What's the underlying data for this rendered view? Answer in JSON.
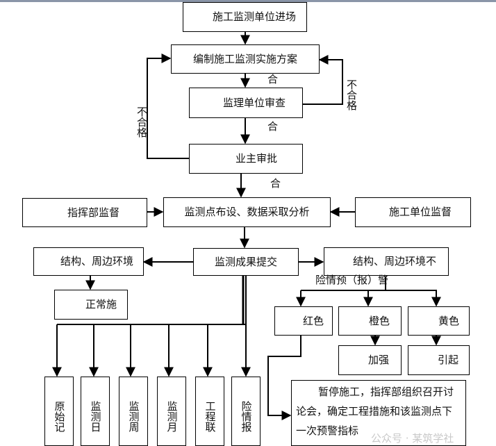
{
  "nodes": {
    "entry": "施工监测单位进场",
    "plan": "编制施工监测实施方案",
    "supervisor_review": "监理单位审查",
    "owner_approval": "业主审批",
    "hq_supervision": "指挥部监督",
    "monitoring": "监测点布设、数据采取分析",
    "contractor_supervision": "施工单位监督",
    "submit_results": "监测成果提交",
    "env_normal": "结构、周边环境",
    "normal_construction": "正常施",
    "env_abnormal_1": "结构、周边环境不",
    "env_abnormal_2": "险情预（报）警",
    "red": "红色",
    "orange": "橙色",
    "yellow": "黄色",
    "strengthen": "加强",
    "cause": "引起",
    "stop_lines": [
      "暂停施工，指挥部组织召开讨",
      "论会，确定工程措施和该监测点下",
      "一次预警指标"
    ]
  },
  "reports": [
    "原始记",
    "监测日",
    "监测周",
    "监测月",
    "工程联",
    "险情报"
  ],
  "edge_labels": {
    "pass": "合",
    "fail": "不合格"
  },
  "watermark": "公众号 · 某筑学社",
  "colors": {
    "line": "#000000",
    "topbar": "#8a95a8",
    "watermark": "#c9c9c9"
  }
}
